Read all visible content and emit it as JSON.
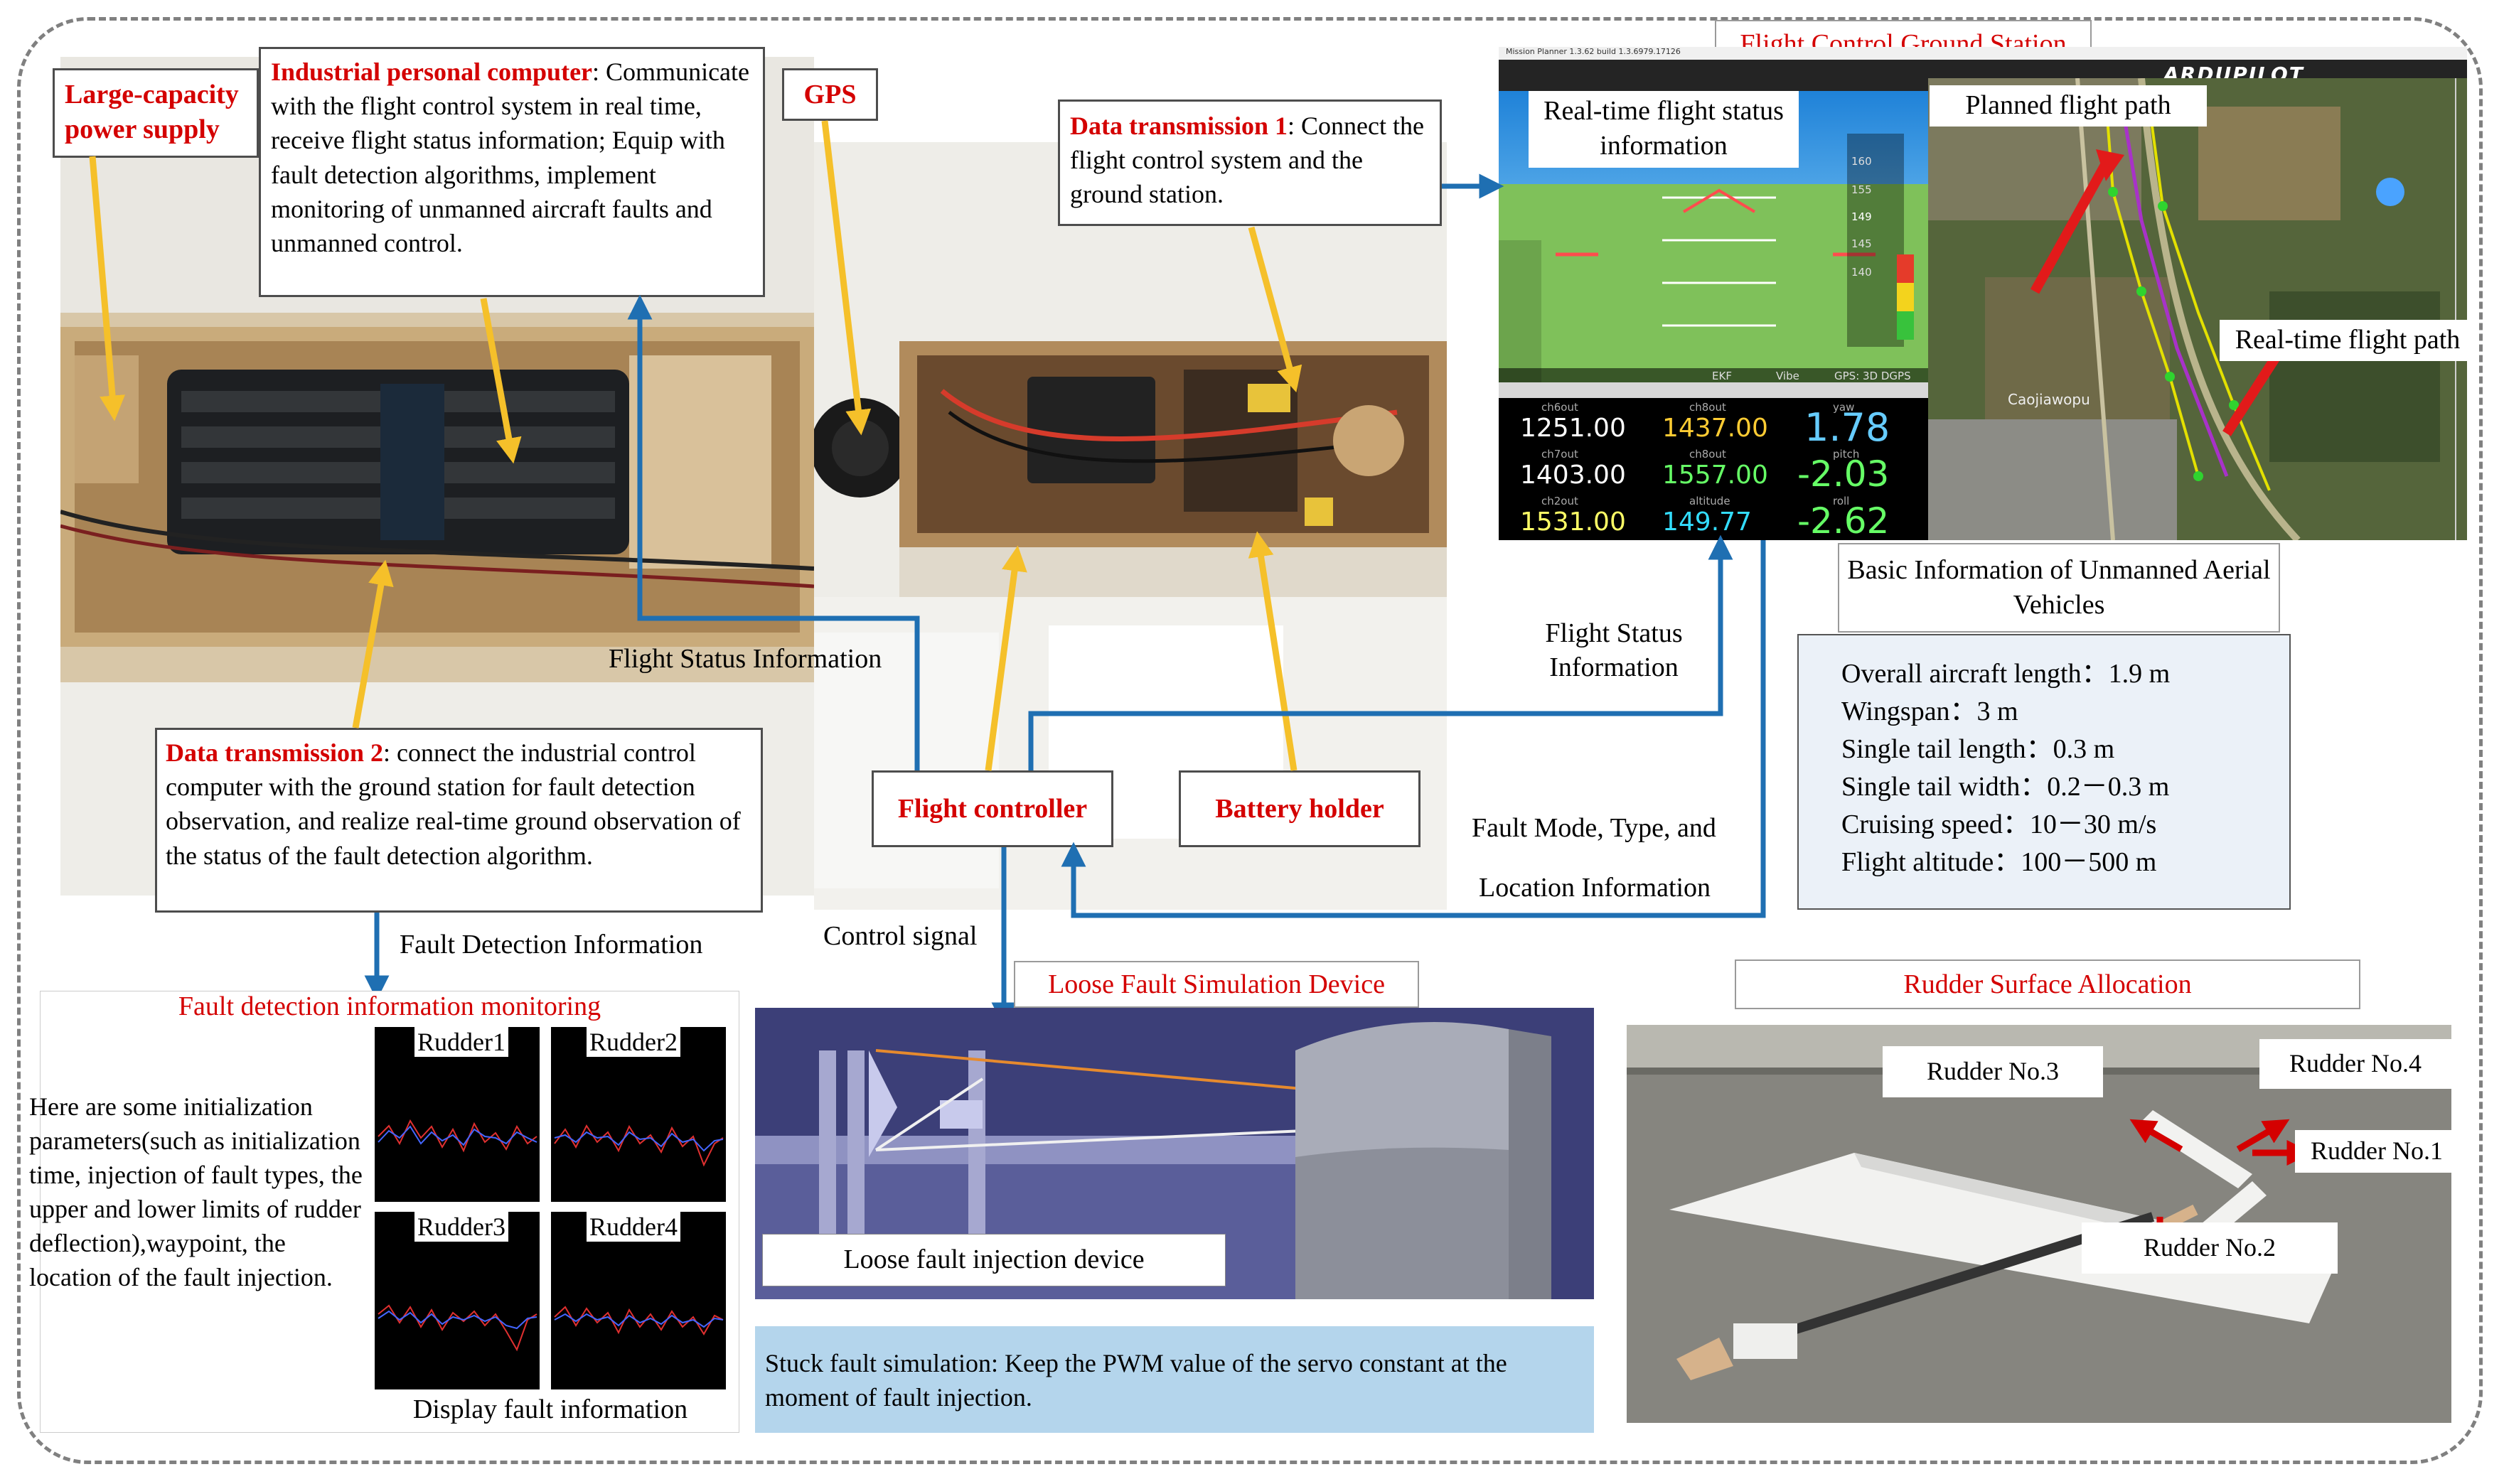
{
  "callouts": {
    "power": "Large-capacity power supply",
    "ipc_title": "Industrial personal computer",
    "ipc_text": "Communicate with the flight control system in real time, receive flight status information; Equip with fault detection algorithms, implement monitoring of unmanned aircraft faults and unmanned control.",
    "gps": "GPS",
    "dt1_title": "Data transmission 1",
    "dt1_text": "Connect the flight control system and the ground station.",
    "dt2_title": "Data transmission 2",
    "dt2_text": "connect the industrial control computer with the ground station for fault detection observation, and realize real-time ground observation of the status of the fault detection algorithm.",
    "flight_controller": "Flight controller",
    "battery_holder": "Battery holder"
  },
  "arrow_labels": {
    "flight_status_info": "Flight Status Information",
    "flight_status_info2": "Flight Status Information",
    "fault_mode": "Fault Mode, Type, and",
    "fault_location": "Location Information",
    "fault_detection_info": "Fault Detection Information",
    "control_signal": "Control signal"
  },
  "ground_station": {
    "title": "Flight Control Ground Station",
    "status_label": "Real-time flight status information",
    "planned_path": "Planned flight path",
    "realtime_path": "Real-time flight path",
    "app_title": "Mission Planner 1.3.62 build 1.3.6979.17126",
    "brand": "ARDUPILOT",
    "map_place": "Caojiawopu",
    "tape_values": [
      "160",
      "155",
      "149",
      "145",
      "140"
    ],
    "hud_footer": [
      "EKF",
      "Vibe",
      "GPS: 3D DGPS"
    ],
    "readouts": [
      {
        "label": "ch6out",
        "value": "1251.00",
        "color": "#ffffff"
      },
      {
        "label": "ch8out",
        "value": "1437.00",
        "color": "#ffcc33"
      },
      {
        "label": "yaw",
        "value": "1.78",
        "color": "#66ccff"
      },
      {
        "label": "ch7out",
        "value": "1403.00",
        "color": "#ffffff"
      },
      {
        "label": "ch8out",
        "value": "1557.00",
        "color": "#66ff66"
      },
      {
        "label": "pitch",
        "value": "-2.03",
        "color": "#66ff66"
      },
      {
        "label": "ch2out",
        "value": "1531.00",
        "color": "#ffff66"
      },
      {
        "label": "altitude",
        "value": "149.77",
        "color": "#33ddff"
      },
      {
        "label": "roll",
        "value": "-2.62",
        "color": "#66ff66"
      }
    ]
  },
  "basic_info": {
    "title": "Basic Information of Unmanned Aerial Vehicles",
    "rows": [
      "Overall aircraft length：1.9 m",
      "Wingspan：3 m",
      "Single tail length：0.3 m",
      "Single tail width：0.2－0.3 m",
      "Cruising speed：10－30 m/s",
      "Flight altitude：100－500 m"
    ]
  },
  "fault_monitor": {
    "title": "Fault detection information monitoring",
    "params_text": "Here are some initialization parameters(such as initialization time, injection of fault types, the upper and lower limits of rudder deflection),waypoint, the location of the fault injection.",
    "plots": [
      "Rudder1",
      "Rudder2",
      "Rudder3",
      "Rudder4"
    ],
    "caption": "Display fault information"
  },
  "loose_fault": {
    "title": "Loose Fault Simulation Device",
    "device_label": "Loose fault injection device",
    "stuck_text": "Stuck fault simulation: Keep the PWM value of the servo constant at the moment of fault injection."
  },
  "rudder_allocation": {
    "title": "Rudder Surface Allocation",
    "labels": [
      "Rudder No.1",
      "Rudder No.2",
      "Rudder No.3",
      "Rudder No.4"
    ]
  },
  "colors": {
    "arrow_blue": "#1f6fb2",
    "callout_yellow": "#f5c02a",
    "accent_red": "#d40000",
    "stuck_box": "#b4d5ec"
  }
}
